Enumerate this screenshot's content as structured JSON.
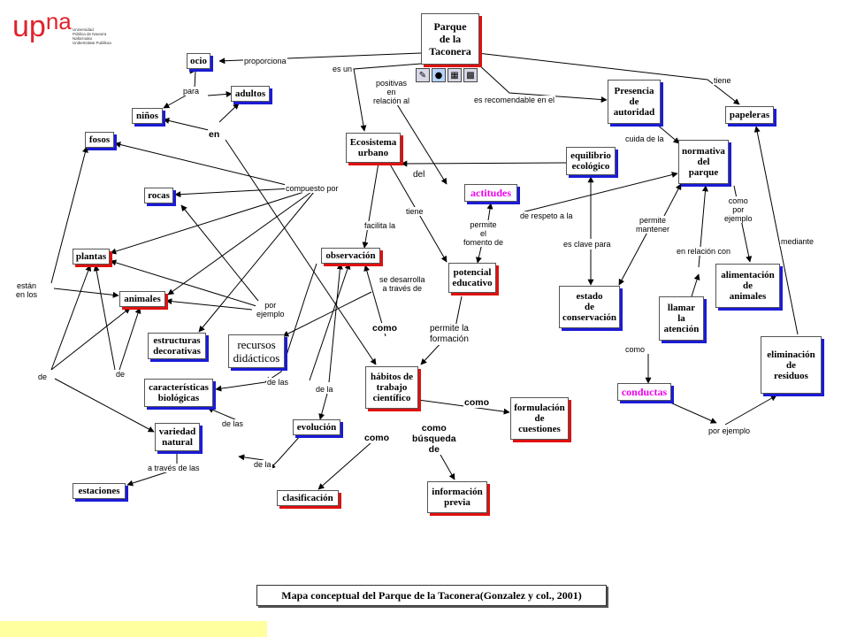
{
  "logo": {
    "main": "upna",
    "small": "Universidad\nPública de Navarra\nNafarroako\nUnibertsitate Publikoa"
  },
  "caption": "Mapa conceptual del Parque de la Taconera(Gonzalez y col., 2001)",
  "toolbar": {
    "icons": [
      "note-icon",
      "globe-icon",
      "film-icon",
      "document-icon"
    ]
  },
  "nodes": {
    "parque": "Parque\nde la\nTaconera",
    "ocio": "ocio",
    "adultos": "adultos",
    "ninos": "niños",
    "fosos": "fosos",
    "rocas": "rocas",
    "plantas": "plantas",
    "animales": "animales",
    "estructuras": "estructuras\ndecorativas",
    "recursos": "recursos\ndidácticos",
    "caracteristicas": "características\nbiológicas",
    "variedad": "variedad\nnatural",
    "estaciones": "estaciones",
    "ecosistema": "Ecosistema\nurbano",
    "observacion": "observación",
    "evolucion": "evolución",
    "clasificacion": "clasificación",
    "habitos": "hábitos de\ntrabajo\ncientífico",
    "potencial": "potencial\neducativo",
    "actitudes": "actitudes",
    "formulacion": "formulación\nde\ncuestiones",
    "informacion": "información\nprevia",
    "equilibrio": "equilibrio\necológico",
    "estado": "estado\nde\nconservación",
    "presencia": "Presencia\nde\nautoridad",
    "normativa": "normativa\ndel\nparque",
    "papeleras": "papeleras",
    "alimentacion": "alimentación\nde\nanimales",
    "llamar": "llamar\nla\natención",
    "eliminacion": "eliminación\nde\nresiduos",
    "conductas": "conductas"
  },
  "labels": {
    "proporciona": "proporciona",
    "para": "para",
    "en": "en",
    "es_un": "es un",
    "positivas": "positivas\nen\nrelación al",
    "recomendable": "es recomendable en el",
    "tiene_top": "tiene",
    "cuida": "cuida de la",
    "del": "del",
    "compuesto": "compuesto por",
    "tiene_mid": "tiene",
    "facilita": "facilita la",
    "permite_fomento": "permite\nel\nfomento de",
    "respeto": "de respeto a la",
    "clave": "es clave para",
    "permite_mantener": "permite\nmantener",
    "como_ejemplo": "como\npor\nejemplo",
    "relacion_con": "en relación con",
    "mediante": "mediante",
    "estan": "están\nen los",
    "por_ejemplo": "por\nejemplo",
    "desarrolla": "se desarrolla\na través de",
    "permite_formacion": "permite la\nformación",
    "como_obs": "como",
    "de_left": "de",
    "de_mid": "de",
    "de_las_1": "de las",
    "de_la_1": "de la",
    "de_las_2": "de las",
    "como_form": "como",
    "como_clas": "como",
    "como_busqueda": "como\nbúsqueda\nde",
    "a_traves": "a través de las",
    "de_la_2": "de la",
    "como_cond": "como",
    "por_ejemplo_2": "por ejemplo"
  }
}
